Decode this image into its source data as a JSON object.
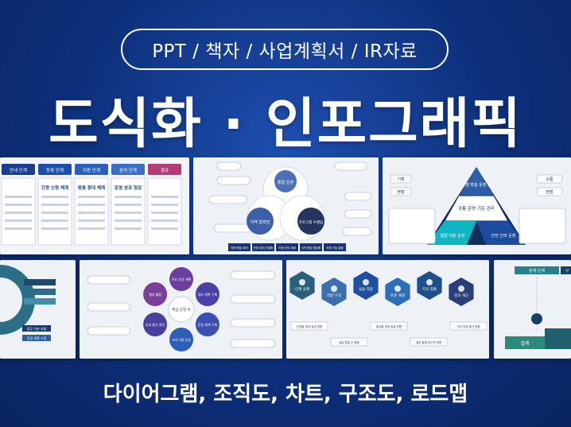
{
  "top_pill": "PPT / 책자 / 사업계획서 / IR자료",
  "headline": "도식화 · 인포그래픽",
  "footer": "다이어그램, 조직도, 차트, 구조도, 로드맵",
  "thumb1": {
    "steps": [
      "안내 단계",
      "등록 단계",
      "지원 단계",
      "분석 단계",
      "결과"
    ],
    "rows": [
      "간편 신청 체계",
      "맞춤 증대 체계",
      "운영 성과 점검"
    ]
  },
  "thumb2": {
    "center": [
      "통합 운영",
      "지역 협력망",
      "프로그램 수행팀"
    ],
    "bottom": [
      "정책 협업 회의",
      "운영 체계 연결화",
      "자원 관리 체제",
      "지역 협업 활성화",
      "지원 기능 통합"
    ]
  },
  "thumb3": {
    "apex": "대상별 맞춤 운영 체계",
    "center": "공통 운영 기준 관리",
    "left": "협업 지원 운영",
    "right": "안전 인력 운영",
    "side_labels": [
      "기획",
      "현장",
      "소통",
      "현장"
    ]
  },
  "thumb4": {
    "items": [
      "업무 기본 흐름",
      "운영 계획 수립"
    ]
  },
  "thumb5": {
    "center": "핵심 운영 축",
    "nodes": [
      "주요 운영 계획",
      "세부 계획 구축",
      "운영 체계 구축",
      "프로그램 운영",
      "성과 평가 관리",
      "결과 활용"
    ]
  },
  "thumb6": {
    "hexes": [
      "단계 설계",
      "역량 구성",
      "실습 적용",
      "토론 해결",
      "지식 창출",
      "성과 개선"
    ],
    "labels": [
      "단계별 체계 설계 방향",
      "실습 협업 주 활용",
      "대상별 과제 발굴 방향",
      "결과 통합 피드백 방향",
      "지식 공유 확산 방향"
    ]
  },
  "thumb7": {
    "labels": [
      "설계 단계",
      "구",
      "설계"
    ]
  }
}
